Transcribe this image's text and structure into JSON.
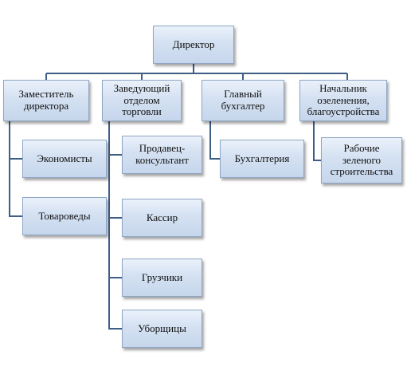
{
  "diagram": {
    "root": "Директор",
    "heads": [
      "Заместитель директора",
      "Заведующий отделом торговли",
      "Главный бухгалтер",
      "Начальник озеленения, благоустройства"
    ],
    "deputy_children": [
      "Экономисты",
      "Товароведы"
    ],
    "trade_children": [
      "Продавец-консультант",
      "Кассир",
      "Грузчики",
      "Уборщицы"
    ],
    "accountant_children": [
      "Бухгалтерия"
    ],
    "landscaping_children": [
      "Рабочие зеленого строительства"
    ]
  }
}
